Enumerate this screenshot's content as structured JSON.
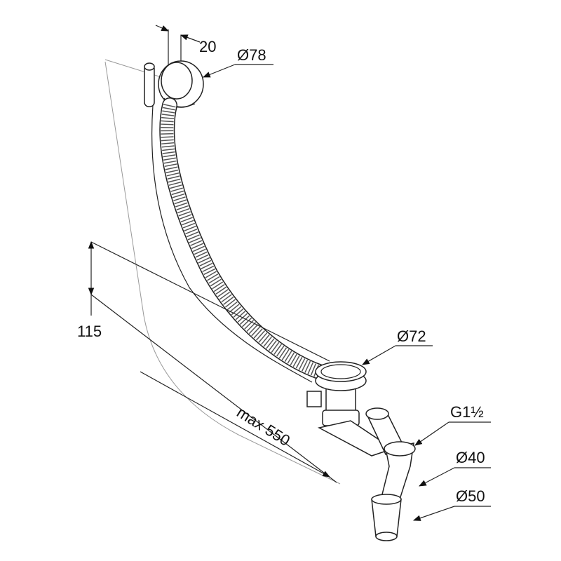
{
  "drawing": {
    "labels": {
      "offset": "20",
      "overflow_diameter": "Ø78",
      "height": "115",
      "waste_diameter": "Ø72",
      "length": "max 550",
      "thread": "G1½",
      "outlet_diameter_1": "Ø40",
      "outlet_diameter_2": "Ø50"
    },
    "colors": {
      "line": "#222222",
      "background": "#ffffff"
    }
  }
}
